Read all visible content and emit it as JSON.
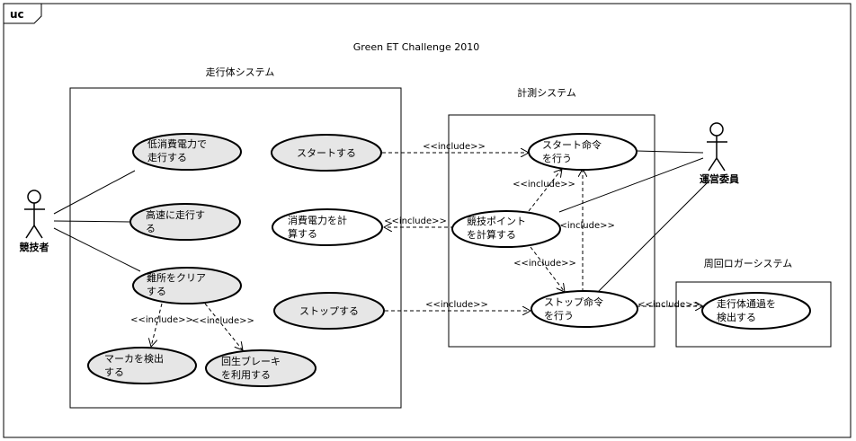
{
  "frame": {
    "tag": "uc",
    "title": "Green ET Challenge 2010"
  },
  "systems": {
    "runner": "走行体システム",
    "measure": "計測システム",
    "lap": "周回ロガーシステム"
  },
  "actors": {
    "competitor": "競技者",
    "staff": "運営委員"
  },
  "usecases": {
    "low_power": [
      "低消費電力で",
      "走行する"
    ],
    "high_speed": [
      "高速に走行す",
      "る"
    ],
    "clear_obstacle": [
      "難所をクリア",
      "する"
    ],
    "detect_marker": [
      "マーカを検出",
      "する"
    ],
    "regen_brake": [
      "回生ブレーキ",
      "を利用する"
    ],
    "start": [
      "スタートする"
    ],
    "calc_power": [
      "消費電力を計",
      "算する"
    ],
    "stop": [
      "ストップする"
    ],
    "start_cmd": [
      "スタート命令",
      "を行う"
    ],
    "calc_points": [
      "競技ポイント",
      "を計算する"
    ],
    "stop_cmd": [
      "ストップ命令",
      "を行う"
    ],
    "detect_pass": [
      "走行体通過を",
      "検出する"
    ]
  },
  "stereotype": "<<include>>"
}
